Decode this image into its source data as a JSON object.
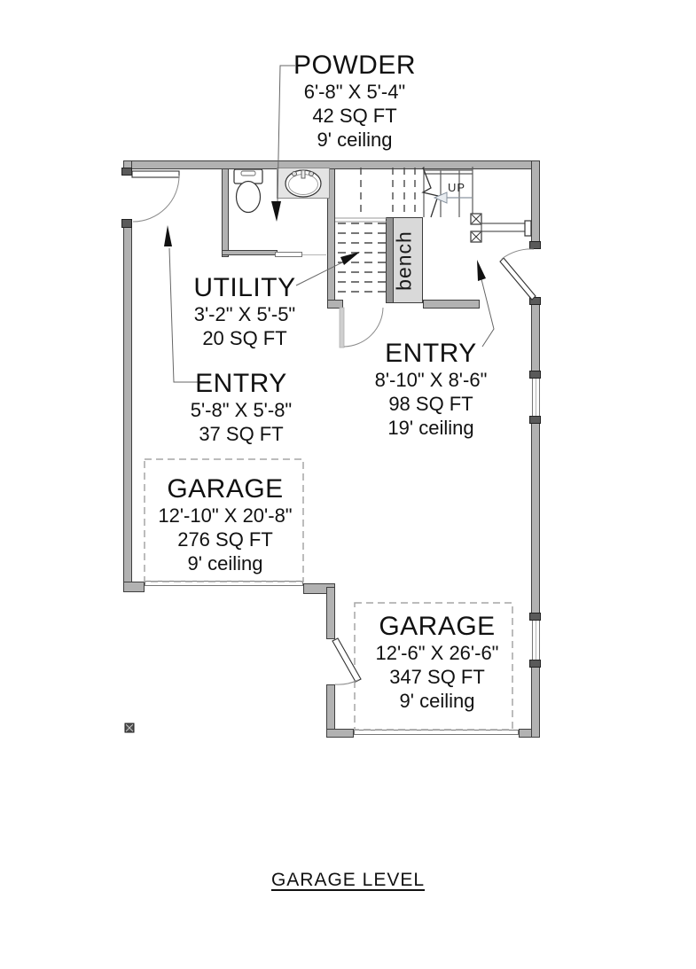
{
  "title": "GARAGE LEVEL",
  "rooms": [
    {
      "name": "POWDER",
      "dims": "6'-8\" X 5'-4\"",
      "area": "42 SQ FT",
      "ceiling": "9' ceiling"
    },
    {
      "name": "UTILITY",
      "dims": "3'-2\" X 5'-5\"",
      "area": "20 SQ FT"
    },
    {
      "name": "ENTRY",
      "dims": "5'-8\" X 5'-8\"",
      "area": "37 SQ FT"
    },
    {
      "name": "ENTRY",
      "dims": "8'-10\" X 8'-6\"",
      "area": "98 SQ FT",
      "ceiling": "19' ceiling"
    },
    {
      "name": "GARAGE",
      "dims": "12'-10\" X 20'-8\"",
      "area": "276 SQ FT",
      "ceiling": "9' ceiling"
    },
    {
      "name": "GARAGE",
      "dims": "12'-6\" X 26'-6\"",
      "area": "347 SQ FT",
      "ceiling": "9' ceiling"
    }
  ],
  "stairs": {
    "direction_label": "UP"
  },
  "furniture": {
    "bench_label": "bench"
  },
  "colors": {
    "wall_fill": "#b2b2b2",
    "wall_edge": "#3f3f3f",
    "dashed_line": "#4a4a4a",
    "parking_dash": "#a6a6a6"
  }
}
